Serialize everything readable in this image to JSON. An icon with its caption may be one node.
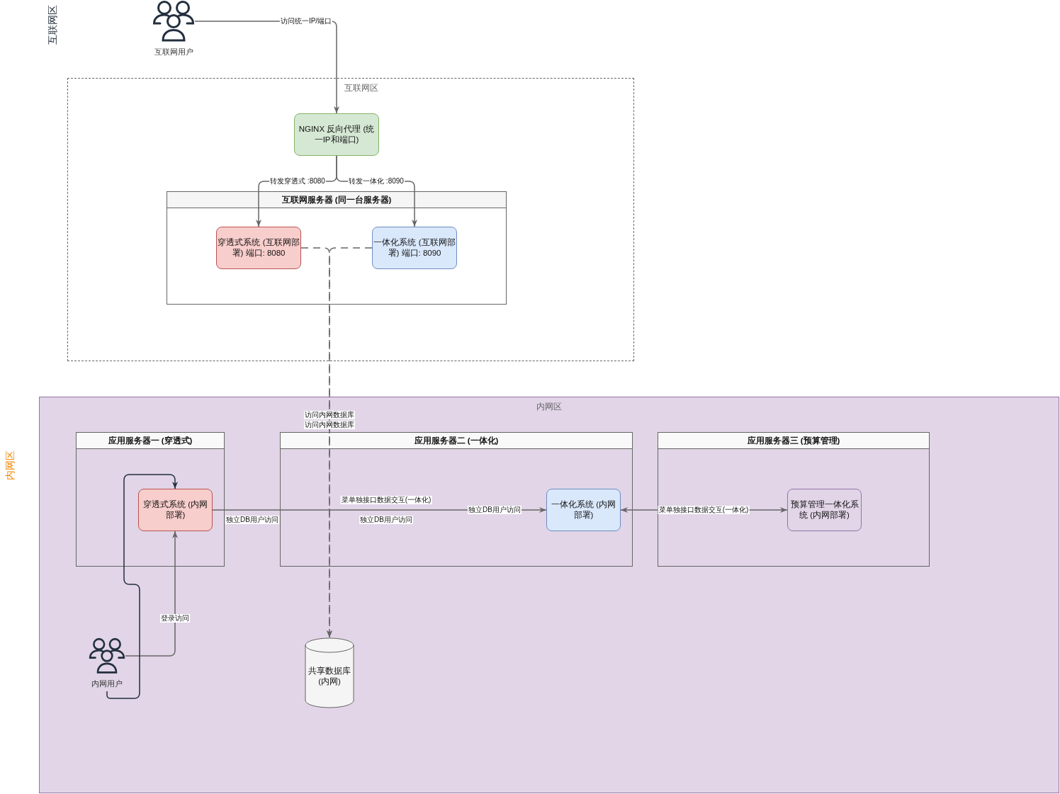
{
  "diagram": {
    "nodes": [
      {
        "text": [
          "互联网用户"
        ]
      },
      {
        "text": [
          "互联网区"
        ]
      },
      {
        "text": [
          "NGINX 反向代理 (统一IP和端口)"
        ],
        "in": 1
      },
      {
        "text": [
          "互联网服务器 (同一台服务器)"
        ],
        "in": 1
      },
      {
        "text": [
          "穿透式系统 (互联网部署) 端口: 8080"
        ],
        "in": 3
      },
      {
        "text": [
          "一体化系统 (互联网部署) 端口: 8090"
        ],
        "in": 3
      },
      {
        "text": [
          "内网区"
        ]
      },
      {
        "text": [
          "应用服务器一 (穿透式)"
        ],
        "in": 6
      },
      {
        "text": [
          "穿透式系统 (内网部署)"
        ],
        "in": 7
      },
      {
        "text": [
          "应用服务器二 (一体化)"
        ],
        "in": 6
      },
      {
        "text": [
          "一体化系统 (内网部署)"
        ],
        "in": 9
      },
      {
        "text": [
          "应用服务器三 (预算管理)"
        ],
        "in": 6
      },
      {
        "text": [
          "预算管理一体化系统 (内网部署)"
        ],
        "in": 11
      },
      {
        "text": [
          "内网用户"
        ],
        "in": 6
      },
      {
        "text": [
          "共享数据库 (内网)"
        ],
        "in": 6
      }
    ],
    "edges": [
      {
        "from": 0,
        "to": 2,
        "arrow": "to",
        "label": "访问统一IP/端口"
      },
      {
        "from": 2,
        "to": 4,
        "arrow": "to",
        "label": "转发穿透式 :8080"
      },
      {
        "from": 2,
        "to": 5,
        "arrow": "to",
        "label": "转发一体化 :8090"
      },
      {
        "from": 4,
        "to": 14,
        "arrow": "to",
        "label": "访问内网数据库",
        "style": "dashed"
      },
      {
        "from": 5,
        "to": 14,
        "arrow": "to",
        "label": "访问内网数据库",
        "style": "dashed"
      },
      {
        "from": 13,
        "to": 8,
        "arrow": "to",
        "label": "登录访问"
      },
      {
        "from": 13,
        "to": 8,
        "arrow": "to",
        "color": "#232f3e"
      },
      {
        "from": 8,
        "to": 10,
        "arrow": "to",
        "label": "独立DB用户访问"
      },
      {
        "from": 10,
        "to": 12,
        "arrow": "both",
        "label": "菜单独接口数据交互(一体化)"
      }
    ],
    "labels": [
      "互联网区",
      "内网区",
      "菜单独接口数据交互(一体化)",
      "独立DB用户访问",
      "独立DB用户访问"
    ]
  }
}
